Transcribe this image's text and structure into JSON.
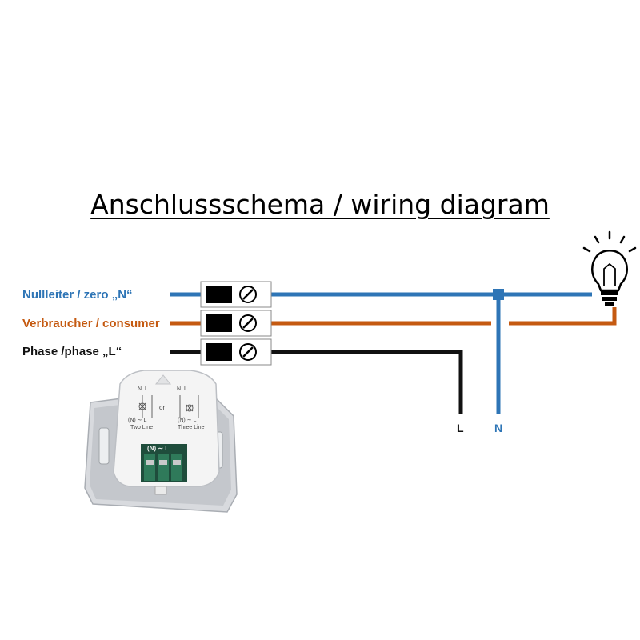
{
  "title": "Anschlussschema / wiring diagram",
  "colors": {
    "neutral": "#2e75b6",
    "consumer": "#c55a11",
    "phase": "#111111"
  },
  "wires": {
    "neutral": {
      "label": "Nullleiter / zero „N“"
    },
    "consumer": {
      "label": "Verbraucher / consumer"
    },
    "phase": {
      "label": "Phase /phase „L“"
    }
  },
  "terminals": {
    "phase_end": "L",
    "neutral_end": "N"
  },
  "device": {
    "terminal_label": "(N) ∼ L",
    "left_block": {
      "top": "N  L",
      "bottom": "(N) ∼ L",
      "caption": "Two Line"
    },
    "or_text": "or",
    "right_block": {
      "top": "N  L",
      "bottom": "(N) ∼ L",
      "caption": "Three Line"
    }
  },
  "icons": [
    "light-bulb-icon",
    "terminal-screw-icon"
  ]
}
